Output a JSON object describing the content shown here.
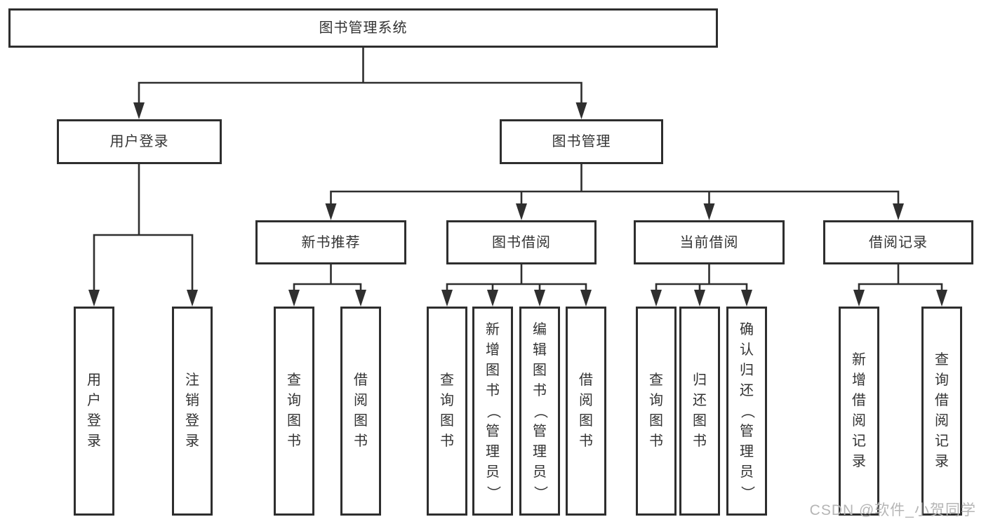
{
  "diagram": {
    "type": "hierarchy-tree",
    "line_color": "#2f2f2f",
    "box_border_color": "#2e2e2e",
    "text_color": "#333333",
    "background_color": "#ffffff",
    "watermark": "CSDN @软件_小贺同学",
    "watermark_color": "#b5b5b5",
    "tree": {
      "label": "图书管理系统",
      "children": [
        {
          "label": "用户登录",
          "children": [
            {
              "label": "用户登录"
            },
            {
              "label": "注销登录"
            }
          ]
        },
        {
          "label": "图书管理",
          "children": [
            {
              "label": "新书推荐",
              "children": [
                {
                  "label": "查询图书"
                },
                {
                  "label": "借阅图书"
                }
              ]
            },
            {
              "label": "图书借阅",
              "children": [
                {
                  "label": "查询图书"
                },
                {
                  "label": "新增图书（管理员）"
                },
                {
                  "label": "编辑图书（管理员）"
                },
                {
                  "label": "借阅图书"
                }
              ]
            },
            {
              "label": "当前借阅",
              "children": [
                {
                  "label": "查询图书"
                },
                {
                  "label": "归还图书"
                },
                {
                  "label": "确认归还（管理员）"
                }
              ]
            },
            {
              "label": "借阅记录",
              "children": [
                {
                  "label": "新增借阅记录"
                },
                {
                  "label": "查询借阅记录"
                }
              ]
            }
          ]
        }
      ]
    }
  }
}
